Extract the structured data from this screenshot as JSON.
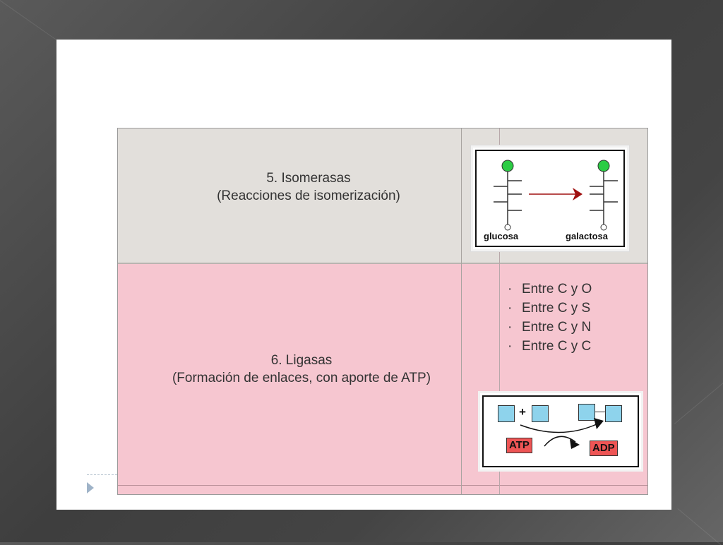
{
  "table": {
    "row1": {
      "title_line1": "5. Isomerasas",
      "title_line2": "(Reacciones de isomerización)",
      "image": {
        "left_label": "glucosa",
        "right_label": "galactosa",
        "arrow_color": "#a01010",
        "atom_color": "#2bcc44"
      }
    },
    "row2": {
      "title_line1": "6. Ligasas",
      "title_line2": "(Formación de enlaces, con aporte de ATP)",
      "bullets": [
        {
          "mark": "·",
          "text": "Entre C y O"
        },
        {
          "mark": "·",
          "text": "Entre C y S"
        },
        {
          "mark": "·",
          "text": "Entre C y N"
        },
        {
          "mark": "·",
          "text": "Entre C y C"
        }
      ],
      "image": {
        "plus": "+",
        "atp": "ATP",
        "adp": "ADP"
      }
    }
  },
  "colors": {
    "row1_bg": "#e2dfdb",
    "row2_bg": "#f6c6d0",
    "box_fill": "#8ed3ec",
    "tag_fill": "#ee5555"
  },
  "nav": {
    "icon": "play-triangle-icon"
  }
}
